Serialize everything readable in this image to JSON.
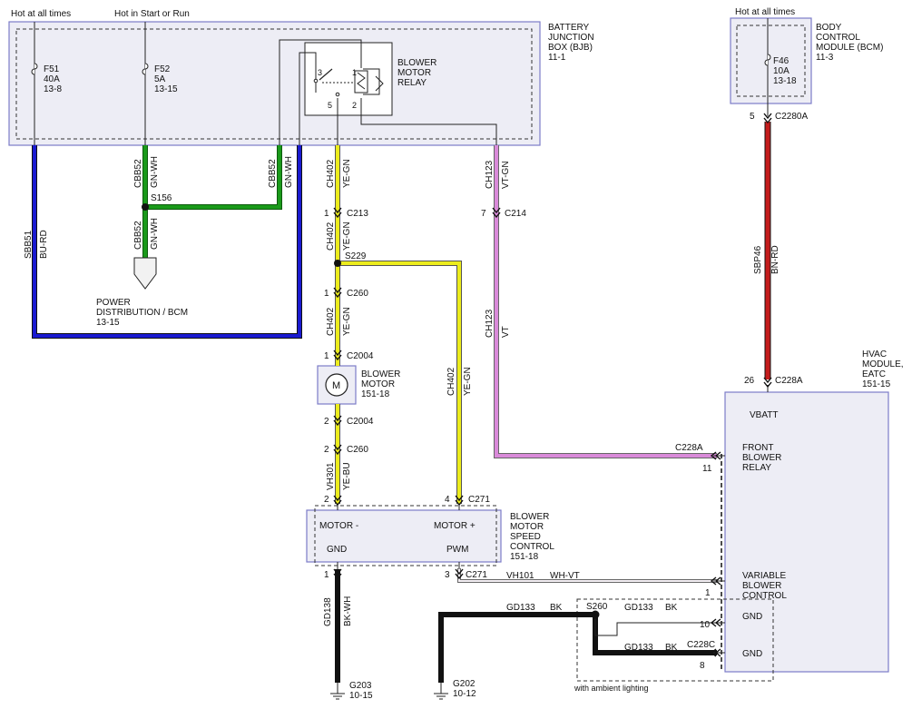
{
  "power_labels": {
    "hot_always_left": "Hot at all times",
    "hot_start_run": "Hot in Start or Run",
    "hot_always_right": "Hot at all times"
  },
  "bjb": {
    "line1": "BATTERY",
    "line2": "JUNCTION",
    "line3": "BOX (BJB)",
    "ref": "11-1"
  },
  "bcm": {
    "line1": "BODY",
    "line2": "CONTROL",
    "line3": "MODULE (BCM)",
    "ref": "11-3"
  },
  "fuses": [
    {
      "name": "F51",
      "rating": "40A",
      "ref": "13-8"
    },
    {
      "name": "F52",
      "rating": "5A",
      "ref": "13-15"
    },
    {
      "name": "F46",
      "rating": "10A",
      "ref": "13-18"
    }
  ],
  "relay": {
    "line1": "BLOWER",
    "line2": "MOTOR",
    "line3": "RELAY",
    "pin_3": "3",
    "pin_1": "1",
    "pin_5": "5",
    "pin_2": "2"
  },
  "wires": {
    "sbb51": {
      "circuit": "SBB51",
      "color": "BU-RD"
    },
    "cbb52_a": {
      "circuit": "CBB52",
      "color": "GN-WH"
    },
    "cbb52_b": {
      "circuit": "CBB52",
      "color": "GN-WH"
    },
    "cbb52_c": {
      "circuit": "CBB52",
      "color": "GN-WH"
    },
    "ch402_a": {
      "circuit": "CH402",
      "color": "YE-GN"
    },
    "ch402_b": {
      "circuit": "CH402",
      "color": "YE-GN"
    },
    "ch402_c": {
      "circuit": "CH402",
      "color": "YE-GN"
    },
    "ch402_d": {
      "circuit": "CH402",
      "color": "YE-GN"
    },
    "ch123_a": {
      "circuit": "CH123",
      "color": "VT-GN"
    },
    "ch123_b": {
      "circuit": "CH123",
      "color": "VT"
    },
    "sbp46": {
      "circuit": "SBP46",
      "color": "BN-RD"
    },
    "vh301": {
      "circuit": "VH301",
      "color": "YE-BU"
    },
    "vh101": {
      "circuit": "VH101",
      "color": "WH-VT"
    },
    "gd138": {
      "circuit": "GD138",
      "color": "BK-WH"
    },
    "gd133_a": {
      "circuit": "GD133",
      "color": "BK"
    },
    "gd133_b": {
      "circuit": "GD133",
      "color": "BK"
    },
    "gd133_c": {
      "circuit": "GD133",
      "color": "BK"
    }
  },
  "splices": {
    "s156": "S156",
    "s229": "S229",
    "s260": "S260"
  },
  "connectors": {
    "c213": {
      "pin": "1",
      "name": "C213"
    },
    "c214": {
      "pin": "7",
      "name": "C214"
    },
    "c260_top": {
      "pin": "1",
      "name": "C260"
    },
    "c2004_top": {
      "pin": "1",
      "name": "C2004"
    },
    "c2004_bot": {
      "pin": "2",
      "name": "C2004"
    },
    "c260_bot": {
      "pin": "2",
      "name": "C260"
    },
    "c271_in_a": {
      "pin": "2"
    },
    "c271_in_b": {
      "pin": "4",
      "name": "C271"
    },
    "c271_out_a": {
      "pin": "1"
    },
    "c271_out_b": {
      "pin": "3",
      "name": "C271"
    },
    "c2280a": {
      "pin": "5",
      "name": "C2280A"
    },
    "c228a_top": {
      "pin": "26",
      "name": "C228A"
    },
    "c228a_relay": {
      "pin": "11",
      "name": "C228A"
    },
    "c228a_vbc": {
      "pin": "1"
    },
    "c228a_gnd": {
      "pin": "10"
    },
    "c228c": {
      "pin": "8",
      "name": "C228C"
    }
  },
  "pdc": {
    "line1": "POWER",
    "line2": "DISTRIBUTION / BCM",
    "ref": "13-15"
  },
  "blower_motor": {
    "symbol": "M",
    "line1": "BLOWER",
    "line2": "MOTOR",
    "ref": "151-18"
  },
  "speed_control": {
    "motor_minus": "MOTOR -",
    "motor_plus": "MOTOR +",
    "gnd": "GND",
    "pwm": "PWM",
    "line1": "BLOWER",
    "line2": "MOTOR",
    "line3": "SPEED",
    "line4": "CONTROL",
    "ref": "151-18"
  },
  "hvac": {
    "line1": "HVAC",
    "line2": "MODULE,",
    "line3": "EATC",
    "ref": "151-15",
    "vbatt": "VBATT",
    "front_relay_1": "FRONT",
    "front_relay_2": "BLOWER",
    "front_relay_3": "RELAY",
    "vbc_1": "VARIABLE",
    "vbc_2": "BLOWER",
    "vbc_3": "CONTROL",
    "gnd_1": "GND",
    "gnd_2": "GND"
  },
  "grounds": {
    "g203": {
      "name": "G203",
      "ref": "10-15"
    },
    "g202": {
      "name": "G202",
      "ref": "10-12"
    }
  },
  "ambient_note": "with ambient lighting",
  "colors": {
    "blue": "#1a1ad0",
    "green": "#1a9a1a",
    "yellow": "#ecec1c",
    "violet": "#d98ad9",
    "red": "#c41c1c",
    "black": "#111111"
  }
}
